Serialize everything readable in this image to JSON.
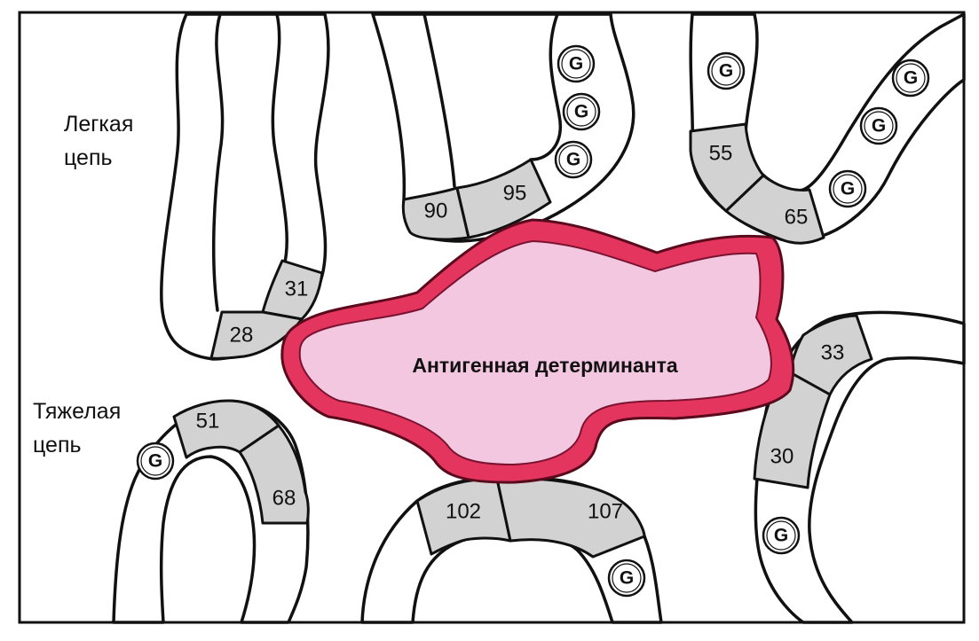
{
  "chains": {
    "light_label_line1": "Легкая",
    "light_label_line2": "цепь",
    "heavy_label_line1": "Тяжелая",
    "heavy_label_line2": "цепь"
  },
  "antigen": {
    "label": "Антигенная детерминанта",
    "fill_color": "#f2c7df",
    "border_color": "#e4355e"
  },
  "residues": [
    "31",
    "28",
    "90",
    "95",
    "55",
    "65",
    "33",
    "30",
    "51",
    "68",
    "102",
    "107"
  ],
  "glyco_marker": "G",
  "colors": {
    "segment_fill": "#d2d2d2",
    "outline": "#111111"
  }
}
